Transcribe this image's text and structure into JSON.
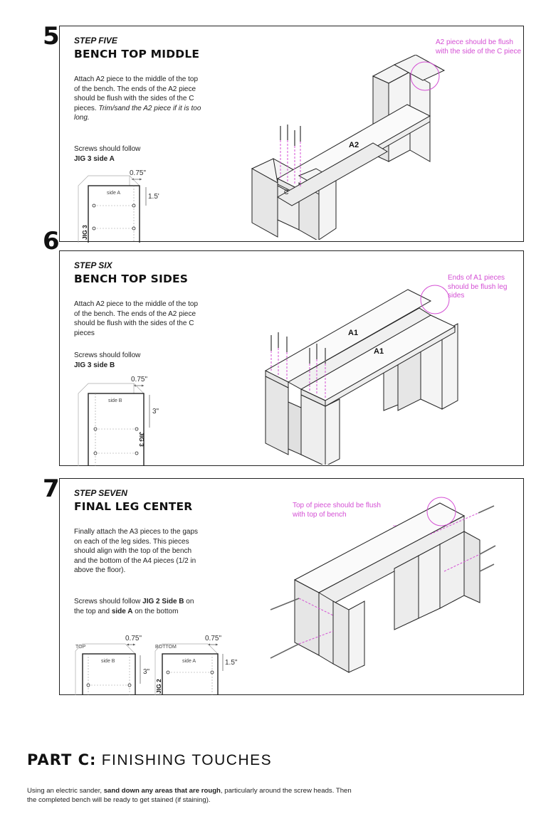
{
  "steps": [
    {
      "number": "5",
      "kicker": "STEP FIVE",
      "title": "BENCH TOP MIDDLE",
      "desc_main": "Attach A2 piece to the middle of the top of the bench. The ends of the A2 piece should be flush with the sides of the C pieces.",
      "desc_italic": "Trim/sand the A2 piece if it is too long.",
      "screws_text": "Screws should follow",
      "screws_bold": "JIG 3 side A",
      "note": "A2 piece should be flush with the side of the C piece",
      "diagram_labels": {
        "piece": "A2",
        "leg": "C"
      },
      "jig": {
        "width_dim": "0.75\"",
        "depth_dim": "1.5\"",
        "side": "side A",
        "name": "JIG 3"
      }
    },
    {
      "number": "6",
      "kicker": "STEP SIX",
      "title": "BENCH TOP SIDES",
      "desc_main": "Attach A2 piece to the middle of the top of the bench. The ends of the A2 piece should be flush with the sides of the C pieces",
      "screws_text": "Screws should follow",
      "screws_bold": "JIG 3 side B",
      "note": "Ends of A1 pieces should be flush leg sides",
      "diagram_labels": {
        "piece_back": "A1",
        "piece_front": "A1"
      },
      "jig": {
        "width_dim": "0.75\"",
        "depth_dim": "3\"",
        "side": "side B",
        "name": "JIG 3"
      }
    },
    {
      "number": "7",
      "kicker": "STEP SEVEN",
      "title": "FINAL LEG CENTER",
      "desc_main": "Finally attach the A3 pieces to the gaps on each of the leg sides. This pieces should align with the top of the bench and the bottom of the A4 pieces (1/2 in above the floor).",
      "screws_pre": "Screws should follow ",
      "screws_bold1": "JIG 2 Side B",
      "screws_mid": " on the top and ",
      "screws_bold2": "side A",
      "screws_post": " on the bottom",
      "note": "Top of piece should be flush with top of bench",
      "jig_top": {
        "label": "TOP",
        "width_dim": "0.75\"",
        "depth_dim": "3\"",
        "side": "side B"
      },
      "jig_bottom": {
        "label": "BOTTOM",
        "width_dim": "0.75\"",
        "depth_dim": "1.5\"",
        "side": "side A",
        "name": "JIG 2"
      }
    }
  ],
  "part_c": {
    "bold": "PART C:",
    "rest": " FINISHING TOUCHES",
    "body_pre": "Using an electric sander, ",
    "body_bold": "sand down any areas that are rough",
    "body_post": ", particularly around the screw heads. Then the completed bench will be ready to get stained (if staining)."
  },
  "colors": {
    "accent": "#d44fd4",
    "line": "#222222",
    "face_light": "#f4f4f4",
    "face_mid": "#e6e6e6"
  }
}
